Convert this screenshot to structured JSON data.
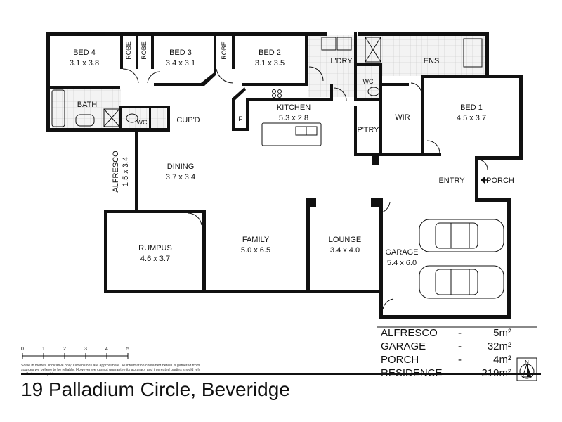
{
  "rooms": {
    "bed4": {
      "name": "BED 4",
      "dim": "3.1 x 3.8"
    },
    "bed3": {
      "name": "BED 3",
      "dim": "3.4 x 3.1"
    },
    "bed2": {
      "name": "BED 2",
      "dim": "3.1 x 3.5"
    },
    "bed1": {
      "name": "BED 1",
      "dim": "4.5 x 3.7"
    },
    "robe": "ROBE",
    "ldry": "L'DRY",
    "ens": "ENS",
    "wc": "WC",
    "bath": "BATH",
    "cupd": "CUP'D",
    "kitchen": {
      "name": "KITCHEN",
      "dim": "5.3 x 2.8"
    },
    "fridge": "F",
    "ptry": "P'TRY",
    "wir": "WIR",
    "entry": "ENTRY",
    "porch": "PORCH",
    "dining": {
      "name": "DINING",
      "dim": "3.7 x 3.4"
    },
    "alfresco": {
      "name": "ALFRESCO",
      "dim": "1.5 x 3.4"
    },
    "rumpus": {
      "name": "RUMPUS",
      "dim": "4.6 x 3.7"
    },
    "family": {
      "name": "FAMILY",
      "dim": "5.0 x 6.5"
    },
    "lounge": {
      "name": "LOUNGE",
      "dim": "3.4 x 4.0"
    },
    "garage": {
      "name": "GARAGE",
      "dim": "5.4 x 6.0"
    }
  },
  "areas": [
    {
      "label": "ALFRESCO",
      "dash": "-",
      "value": "5m²"
    },
    {
      "label": "GARAGE",
      "dash": "-",
      "value": "32m²"
    },
    {
      "label": "PORCH",
      "dash": "-",
      "value": "4m²"
    },
    {
      "label": "RESIDENCE",
      "dash": "-",
      "value": "219m²"
    }
  ],
  "scale": {
    "ticks": [
      "0",
      "1",
      "2",
      "3",
      "4",
      "5"
    ]
  },
  "north": "N",
  "disclaimer": "Scale in metres. Indicative only. Dimensions are approximate. All information contained herein is gathered from sources we believe to be reliable. However we cannot guarantee its accuracy and interested parties should rely on their own enquiries.",
  "address": "19 Palladium Circle, Beveridge"
}
